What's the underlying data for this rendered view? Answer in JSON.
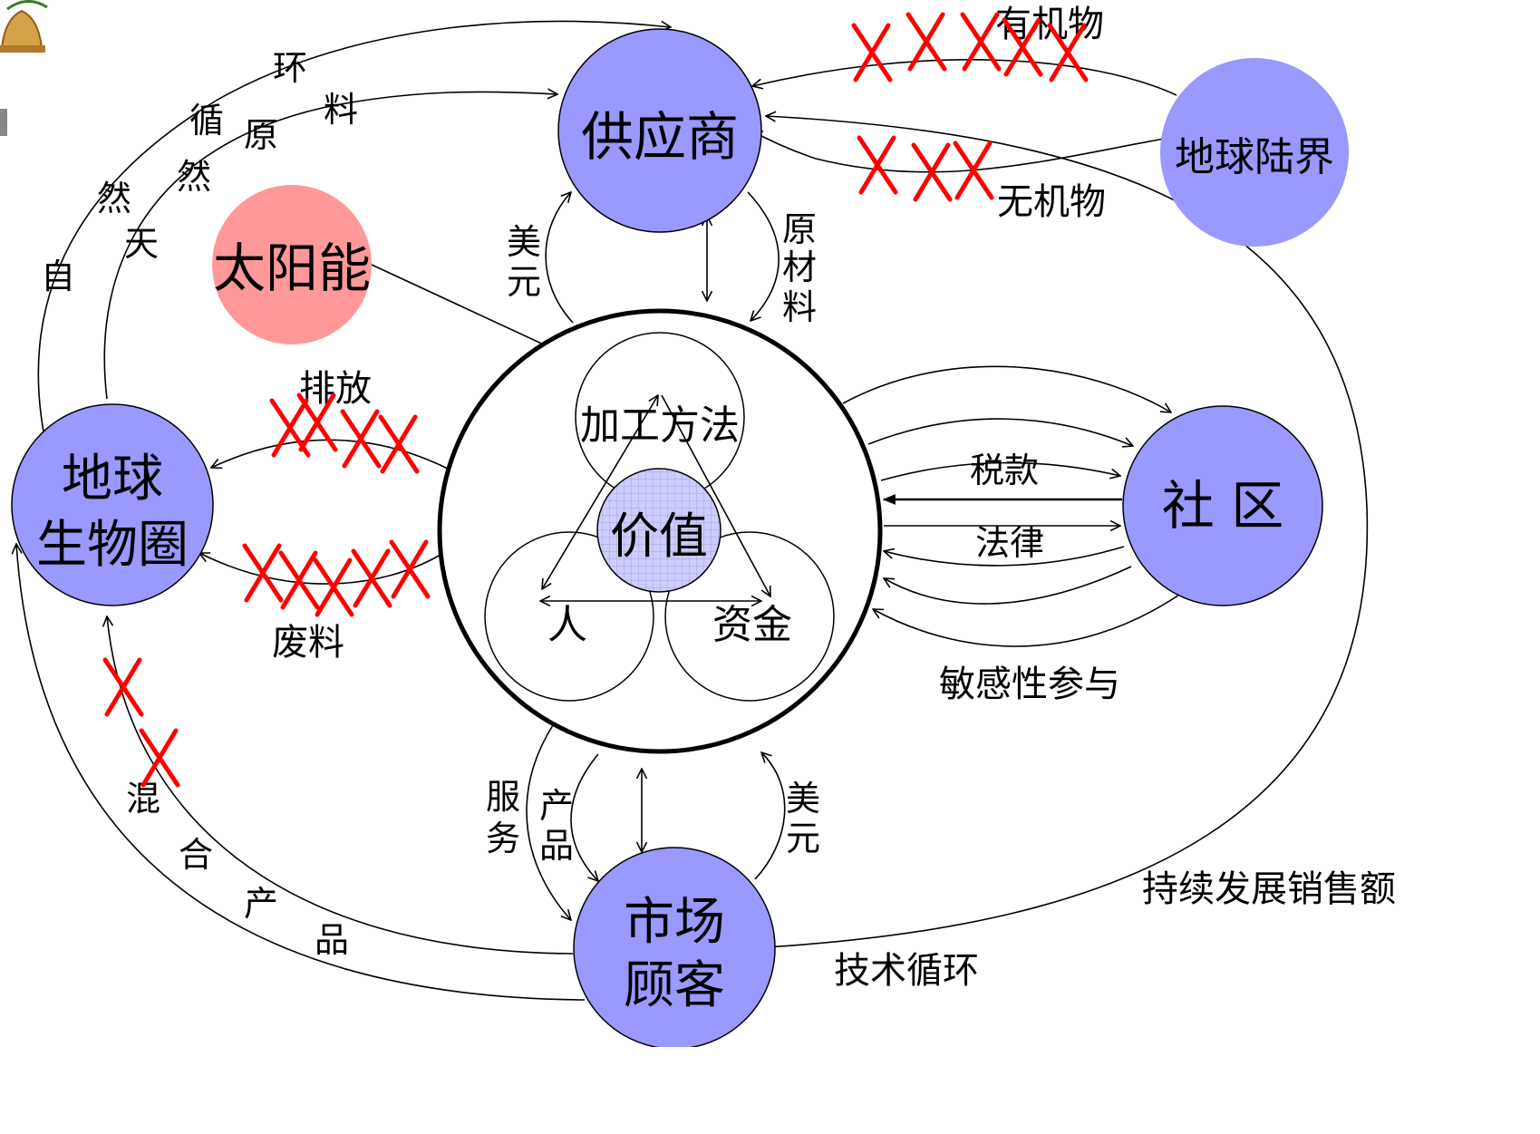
{
  "colors": {
    "node_fill": "#9999ff",
    "sun_fill": "#ff9999",
    "value_fill": "#ccccff",
    "line": "#000000",
    "cross": "#ff0000"
  },
  "icons": {
    "corner": "bell-icon"
  },
  "nodes": {
    "supplier": "供应商",
    "earth_land": "地球陆界",
    "solar": "太阳能",
    "biosphere_line1": "地球",
    "biosphere_line2": "生物圈",
    "community": "社 区",
    "market_line1": "市场",
    "market_line2": "顾客",
    "processing": "加工方法",
    "value": "价值",
    "people": "人",
    "capital": "资金"
  },
  "labels": {
    "natural_cycle": [
      "自",
      "然",
      "循",
      "环"
    ],
    "natural_raw": [
      "天",
      "然",
      "原",
      "料"
    ],
    "usd_top": [
      "美",
      "元"
    ],
    "raw_materials": [
      "原",
      "材",
      "料"
    ],
    "organic": "有机物",
    "inorganic": "无机物",
    "emission": "排放",
    "waste": "废料",
    "tax": "税款",
    "law": "法律",
    "participation": "敏感性参与",
    "service": [
      "服",
      "务"
    ],
    "product": [
      "产",
      "品"
    ],
    "usd_bottom": [
      "美",
      "元"
    ],
    "mixed_products": [
      "混",
      "合",
      "产",
      "品"
    ],
    "sustainable_sales": "持续发展销售额",
    "tech_cycle": "技术循环"
  }
}
